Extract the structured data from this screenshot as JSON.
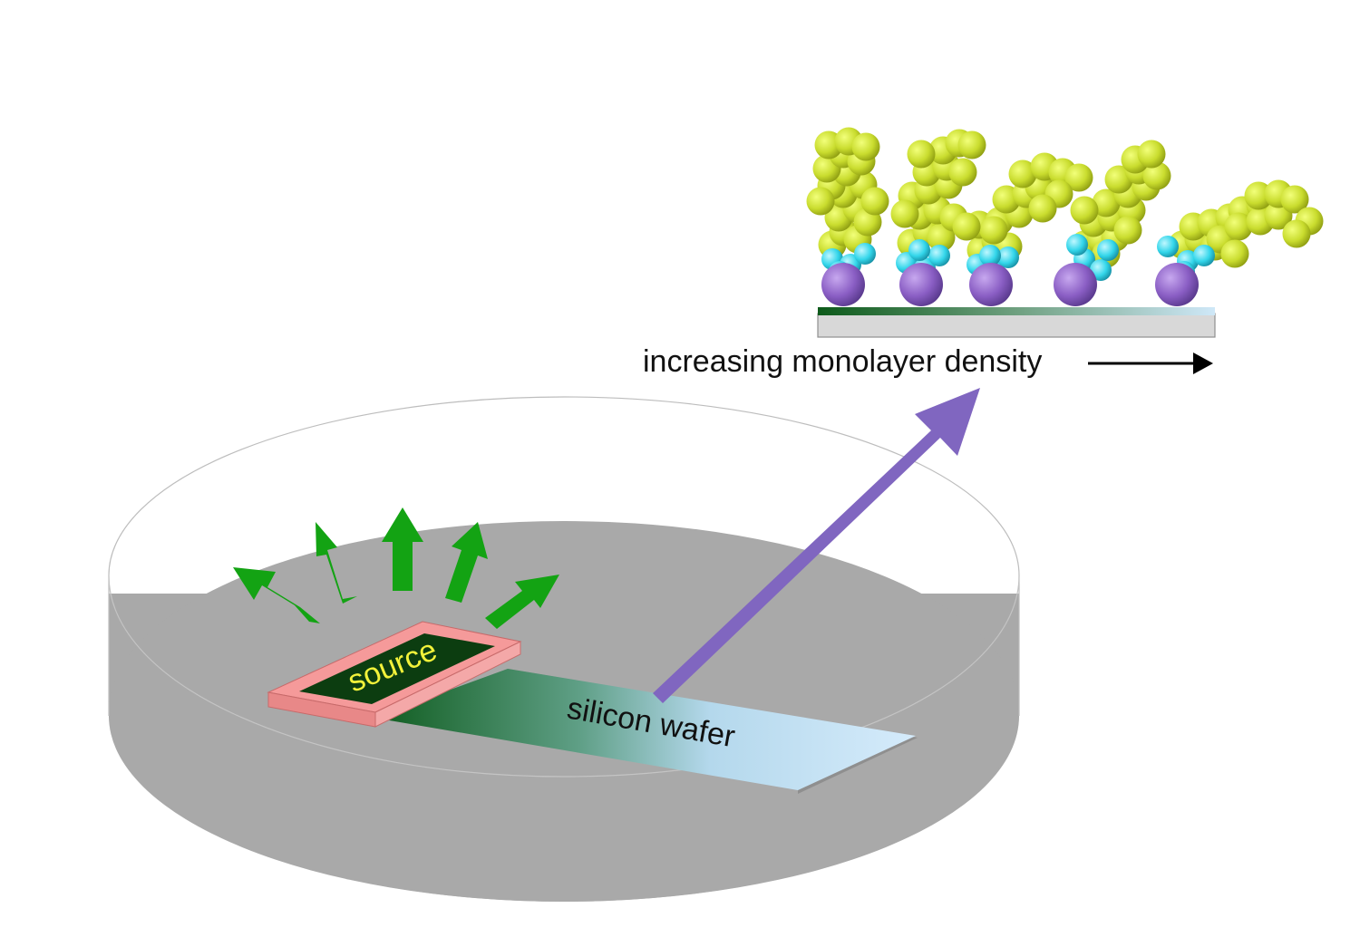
{
  "labels": {
    "source": "source",
    "wafer": "silicon wafer",
    "density": "increasing monolayer density"
  },
  "colors": {
    "dish_floor": "#a9a9a9",
    "dish_rim": "#b8b8b8",
    "source_frame": "#f59a9a",
    "source_fill": "#0c3d10",
    "source_text": "#f2f23a",
    "wafer_dark": "#0f5c1e",
    "wafer_light": "#cfe6f8",
    "vapor_arrow": "#13a313",
    "transfer_arrow": "#8066c0",
    "molecule_tail": "#c9dc2e",
    "molecule_linker": "#33d6ea",
    "molecule_anchor": "#8a5ec4",
    "substrate": "#d8d8d8"
  },
  "icons": [
    "vapor-arrow",
    "transfer-arrow",
    "density-arrow",
    "molecule"
  ],
  "molecule_count": 5
}
